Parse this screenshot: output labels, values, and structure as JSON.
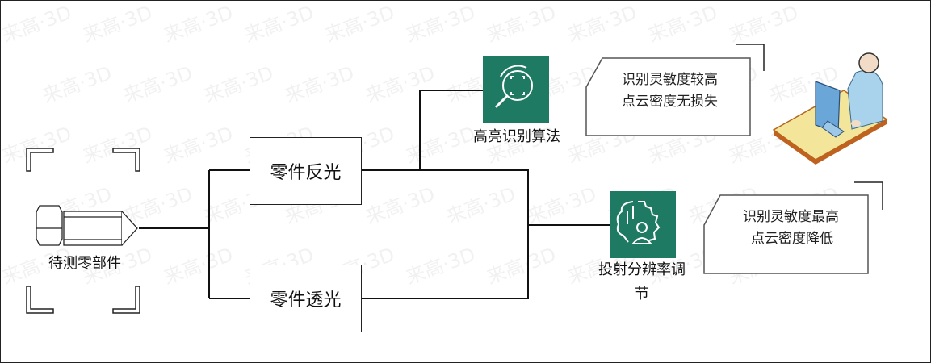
{
  "diagram": {
    "part_label": "待测零部件",
    "reflective_label": "零件反光",
    "transparent_label": "零件透光",
    "algorithm_label": "高亮识别算法",
    "resolution_label_line1": "投射分辨率调",
    "resolution_label_line2": "节",
    "callout_top": {
      "line1": "识别灵敏度较高",
      "line2": "点云密度无损失"
    },
    "callout_bottom": {
      "line1": "识别灵敏度最高",
      "line2": "点云密度降低"
    },
    "watermark": "来高·3D",
    "colors": {
      "icon_bg": "#1e7a62",
      "line": "#111111"
    }
  }
}
